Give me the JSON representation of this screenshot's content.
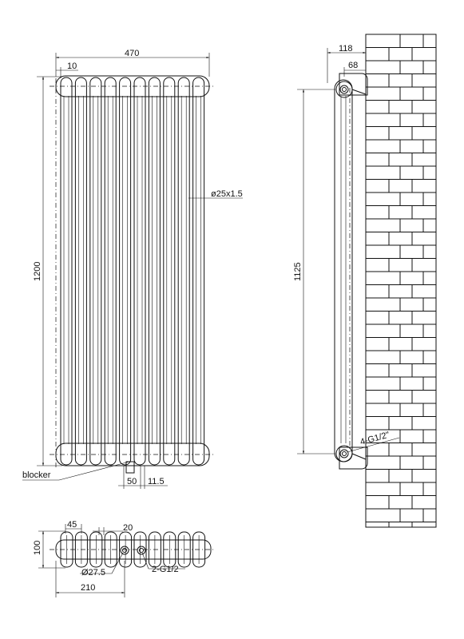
{
  "front_view": {
    "width_dim": "470",
    "height_dim": "1200",
    "gap_dim": "10",
    "tube_dim": "ø25x1.5",
    "blocker_label": "blocker",
    "offset_dim": "50",
    "offset2_dim": "11.5",
    "sections": 10
  },
  "side_view": {
    "depth_dim": "118",
    "wall_gap_dim": "68",
    "centers_dim": "1125",
    "connection_label": "4-G1/2\""
  },
  "bottom_view": {
    "section_dim": "45",
    "spacing_dim": "20",
    "depth_dim": "100",
    "hole_dim": "Ø27.5",
    "thread_dim": "2-G1/2",
    "offset_dim": "210"
  }
}
